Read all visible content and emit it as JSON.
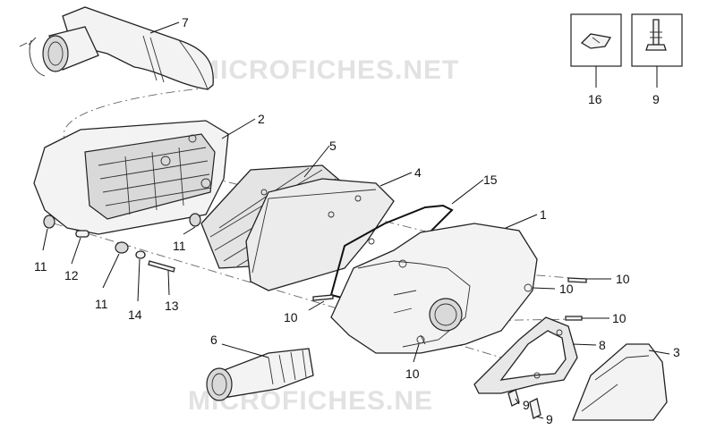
{
  "watermark": "MICROFICHES.NET",
  "watermark_bottom": "MICROFICHES.NE",
  "callouts": {
    "c7": "7",
    "c2": "2",
    "c5": "5",
    "c4": "4",
    "c15": "15",
    "c1": "1",
    "c16": "16",
    "c9_box": "9",
    "c11_a": "11",
    "c12": "12",
    "c11_b": "11",
    "c14": "14",
    "c13": "13",
    "c11_c": "11",
    "c10_a": "10",
    "c10_b": "10",
    "c10_c": "10",
    "c10_d": "10",
    "c10_e": "10",
    "c6": "6",
    "c8": "8",
    "c3": "3",
    "c9_a": "9",
    "c9_b": "9"
  }
}
